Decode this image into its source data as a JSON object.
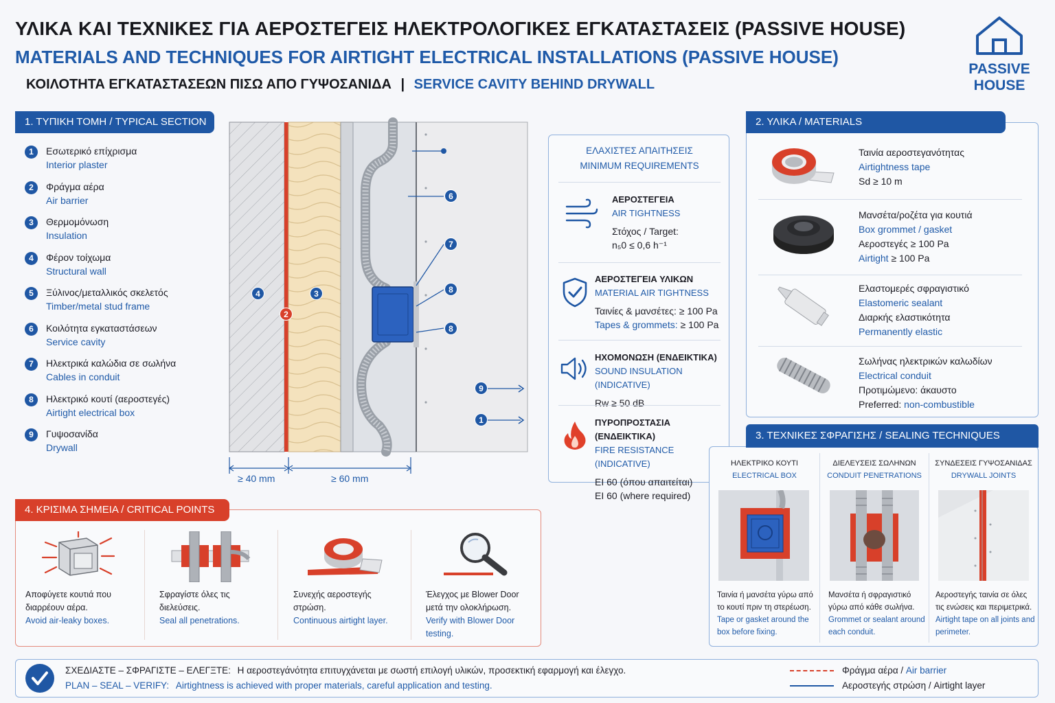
{
  "header": {
    "title_gr": "ΥΛΙΚΑ ΚΑΙ ΤΕΧΝΙΚΕΣ ΓΙΑ ΑΕΡΟΣΤΕΓΕΙΣ ΗΛΕΚΤΡΟΛΟΓΙΚΕΣ ΕΓΚΑΤΑΣΤΑΣΕΙΣ (PASSIVE HOUSE)",
    "title_en": "MATERIALS AND TECHNIQUES FOR AIRTIGHT ELECTRICAL INSTALLATIONS (PASSIVE HOUSE)",
    "subtitle_gr": "ΚΟΙΛΟΤΗΤΑ ΕΓΚΑΤΑΣΤΑΣΕΩΝ ΠΙΣΩ ΑΠΟ ΓΥΨΟΣΑΝΙΔΑ",
    "subtitle_sep": "|",
    "subtitle_en": "SERVICE CAVITY BEHIND DRYWALL",
    "logo_line1": "PASSIVE",
    "logo_line2": "HOUSE"
  },
  "section1": {
    "heading": "1. ΤΥΠΙΚΗ ΤΟΜΗ / TYPICAL SECTION",
    "legend": [
      {
        "num": "1",
        "gr": "Εσωτερικό επίχρισμα",
        "en": "Interior plaster"
      },
      {
        "num": "2",
        "gr": "Φράγμα αέρα",
        "en": "Air barrier"
      },
      {
        "num": "3",
        "gr": "Θερμομόνωση",
        "en": "Insulation"
      },
      {
        "num": "4",
        "gr": "Φέρον τοίχωμα",
        "en": "Structural wall"
      },
      {
        "num": "5",
        "gr": "Ξύλινος/μεταλλικός σκελετός",
        "en": "Timber/metal stud frame"
      },
      {
        "num": "6",
        "gr": "Κοιλότητα εγκαταστάσεων",
        "en": "Service cavity"
      },
      {
        "num": "7",
        "gr": "Ηλεκτρικά καλώδια σε σωλήνα",
        "en": "Cables in conduit"
      },
      {
        "num": "8",
        "gr": "Ηλεκτρικό κουτί (αεροστεγές)",
        "en": "Airtight electrical box"
      },
      {
        "num": "9",
        "gr": "Γυψοσανίδα",
        "en": "Drywall"
      }
    ],
    "dim_left": "≥ 40 mm",
    "dim_right": "≥ 60 mm",
    "callouts": {
      "c2": "2",
      "c3": "3",
      "c4": "4",
      "c6": "6",
      "c7": "7",
      "c8a": "8",
      "c8b": "8",
      "c9": "9",
      "c1": "1"
    }
  },
  "requirements": {
    "title_gr": "ΕΛΑΧΙΣΤΕΣ ΑΠΑΙΤΗΣΕΙΣ",
    "title_en": "MINIMUM REQUIREMENTS",
    "items": [
      {
        "gr": "ΑΕΡΟΣΤΕΓΕΙΑ",
        "en": "AIR TIGHTNESS",
        "l1": "Στόχος / Target:",
        "l2": "n₅0 ≤ 0,6 h⁻¹"
      },
      {
        "gr": "ΑΕΡΟΣΤΕΓΕΙΑ ΥΛΙΚΩΝ",
        "en": "MATERIAL AIR TIGHTNESS",
        "l1": "Ταινίες & μανσέτες: ≥ 100 Pa",
        "l2a": "Tapes & grommets:",
        "l2b": " ≥ 100 Pa"
      },
      {
        "gr": "ΗΧΟΜΟΝΩΣΗ (ΕΝΔΕΙΚΤΙΚΑ)",
        "en": "SOUND INSULATION (INDICATIVE)",
        "l1": "Rw ≥ 50 dB"
      },
      {
        "gr": "ΠΥΡΟΠΡΟΣΤΑΣΙΑ (ΕΝΔΕΙΚΤΙΚΑ)",
        "en": "FIRE RESISTANCE (INDICATIVE)",
        "l1": "EI 60 (όπου απαιτείται)",
        "l2": "EI 60 (where required)"
      }
    ]
  },
  "section2": {
    "heading": "2. ΥΛΙΚΑ / MATERIALS",
    "items": [
      {
        "gr": "Ταινία αεροστεγανότητας",
        "en": "Airtightness tape",
        "l3": "Sd ≥ 10 m"
      },
      {
        "gr": "Μανσέτα/ροζέτα για κουτιά",
        "en": "Box grommet / gasket",
        "l3": "Αεροστεγές ≥ 100 Pa",
        "l4a": "Airtight",
        "l4b": " ≥ 100 Pa"
      },
      {
        "gr": "Ελαστομερές σφραγιστικό",
        "en": "Elastomeric sealant",
        "l3": "Διαρκής ελαστικότητα",
        "l4": "Permanently elastic"
      },
      {
        "gr": "Σωλήνας ηλεκτρικών καλωδίων",
        "en": "Electrical conduit",
        "l3": "Προτιμώμενο: άκαυστο",
        "l4a": "Preferred:",
        "l4b": " non-combustible"
      }
    ]
  },
  "section3": {
    "heading": "3. ΤΕΧΝΙΚΕΣ ΣΦΡΑΓΙΣΗΣ / SEALING TECHNIQUES",
    "cols": [
      {
        "gr": "ΗΛΕΚΤΡΙΚΟ ΚΟΥΤΙ",
        "en": "ELECTRICAL BOX",
        "c_gr": "Ταινία ή μανσέτα γύρω από το κουτί πριν τη στερέωση.",
        "c_en": "Tape or gasket around the box before fixing."
      },
      {
        "gr": "ΔΙΕΛΕΥΣΕΙΣ ΣΩΛΗΝΩΝ",
        "en": "CONDUIT PENETRATIONS",
        "c_gr": "Μανσέτα ή σφραγιστικό γύρω από κάθε σωλήνα.",
        "c_en": "Grommet or sealant around each conduit."
      },
      {
        "gr": "ΣΥΝΔΕΣΕΙΣ ΓΥΨΟΣΑΝΙΔΑΣ",
        "en": "DRYWALL JOINTS",
        "c_gr": "Αεροστεγής ταινία σε όλες τις ενώσεις και περιμετρικά.",
        "c_en": "Airtight tape on all joints and perimeter."
      }
    ]
  },
  "section4": {
    "heading": "4. ΚΡΙΣΙΜΑ ΣΗΜΕΙΑ / CRITICAL POINTS",
    "items": [
      {
        "gr": "Αποφύγετε κουτιά που διαρρέουν αέρα.",
        "en": "Avoid air-leaky boxes."
      },
      {
        "gr": "Σφραγίστε όλες τις διελεύσεις.",
        "en": "Seal all penetrations."
      },
      {
        "gr": "Συνεχής αεροστεγής στρώση.",
        "en": "Continuous airtight layer."
      },
      {
        "gr": "Έλεγχος με Blower Door μετά την ολοκλήρωση.",
        "en": "Verify with Blower Door testing."
      }
    ]
  },
  "footer": {
    "plan_gr": "ΣΧΕΔΙΑΣΤΕ – ΣΦΡΑΓΙΣΤΕ – ΕΛΕΓΞΤΕ:",
    "text_gr": "Η αεροστεγάνότητα επιτυγχάνεται με σωστή επιλογή υλικών, προσεκτική εφαρμογή και έλεγχο.",
    "plan_en": "PLAN – SEAL – VERIFY:",
    "text_en": "Airtightness is achieved with proper materials, careful application and testing.",
    "legend_red_gr": "Φράγμα αέρα / ",
    "legend_red_en": "Air barrier",
    "legend_blue": "Αεροστεγής στρώση / Airtight layer"
  },
  "colors": {
    "primary": "#1f57a4",
    "accent": "#d8402a",
    "insulation": "#f4e2bd"
  }
}
